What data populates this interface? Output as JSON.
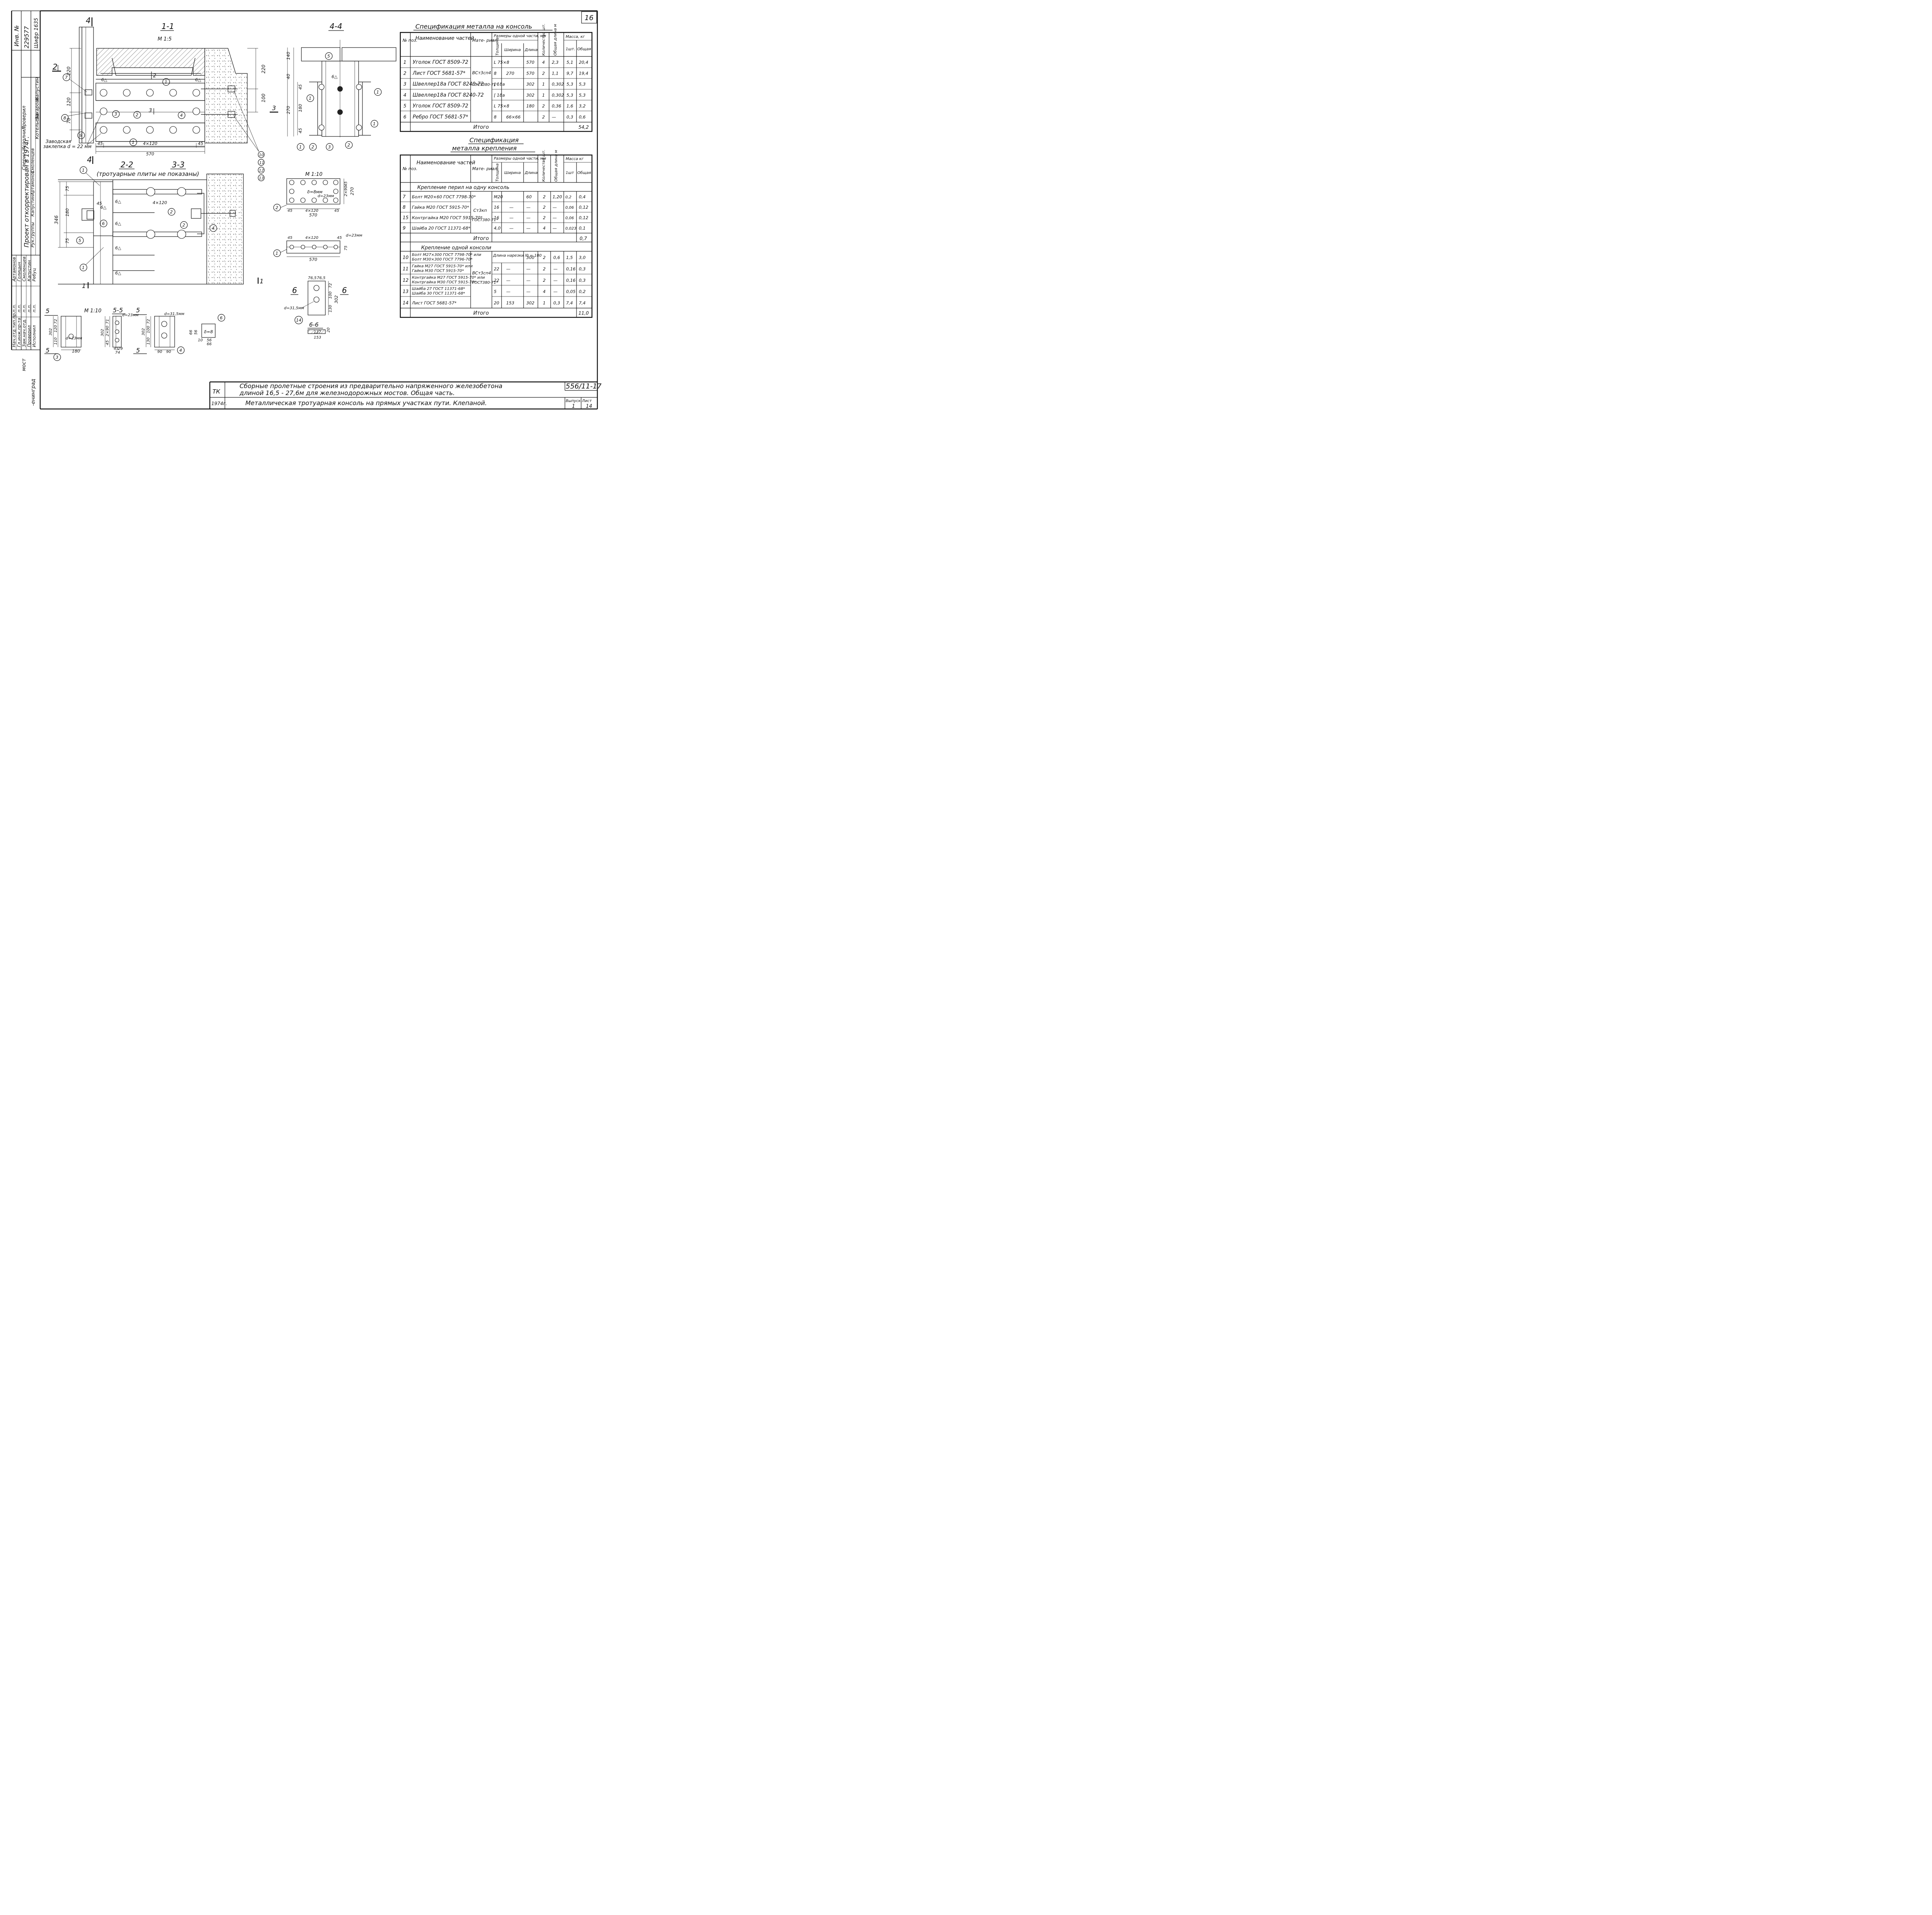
{
  "sheet": {
    "corner_number": "16",
    "code": "556/11-17",
    "issue_label": "Выпуск",
    "sheet_label": "Лист",
    "issue_value": "1",
    "sheet_value": "14"
  },
  "left_strip": {
    "inv": "Инв. №",
    "inv_no": "229577",
    "shifr": "Шифр 1635",
    "project_note": "Проект откорректирован в 1974г.",
    "roles_right": [
      "Нач.отд.тип.пр.",
      "Гл.инж.пр-та",
      "Рук.группы",
      "Проверил",
      "Исполнил"
    ],
    "names_right": [
      "Артамонов",
      "Смоленцев",
      "Капустин",
      "Капустин"
    ],
    "roles_left": [
      "Нач.отд.тип.пр.",
      "Гл.инж.пр-та",
      "Зам.нач.отд.",
      "Проверил",
      "Исполнил"
    ],
    "names_left": [
      "Артамонов",
      "Голицын",
      "Смоленцев",
      "Капустин",
      "Ребуц"
    ],
    "marks": [
      "п.п.",
      "п.п.",
      "п.п.",
      "п.п.",
      "п.п."
    ],
    "top_roles": [
      "Капустин",
      "Захарова",
      "Котельева"
    ],
    "top_role_labels": [
      "Проверил",
      "Исполнил",
      "Сверил"
    ],
    "bottom_org": "мост",
    "bottom_city": "-енинград"
  },
  "views": {
    "v11_title": "1-1",
    "v11_scale": "М 1:5",
    "v44_title": "4-4",
    "v22_title": "2-2",
    "v33_title": "3-3",
    "v22_note": "(тротуарные плиты не показаны)",
    "v55_title": "5-5",
    "m110": "М 1:10",
    "m110b": "М 1:10",
    "v6_title": "6",
    "v66_title": "6-6",
    "factory_rivet_1": "Заводская",
    "factory_rivet_2": "заклепка d = 22 мм",
    "sec_marks": [
      "4",
      "4",
      "2",
      "3",
      "3",
      "1",
      "1",
      "5",
      "5",
      "6",
      "6"
    ]
  },
  "dims": {
    "d220": "220",
    "d120": "120",
    "d70": "70",
    "d45": "45",
    "d4x120": "4×120",
    "d570": "570",
    "d100": "100",
    "d140": "140",
    "d40": "40",
    "d270": "270",
    "d180": "180",
    "d75": "75",
    "d346": "346",
    "d2x90": "2×90",
    "d6": "δ=8мм",
    "d23": "d=23мм",
    "d302": "302",
    "d110": "110",
    "d72": "72",
    "d130": "130",
    "d90": "90",
    "d71": "71",
    "d29": "29",
    "d74": "74",
    "d315": "d=31,5мм",
    "d66": "66",
    "d56": "56",
    "d10": "10",
    "d765": "76,5",
    "d137": "137",
    "d153": "153",
    "d8": "δ=8",
    "d20": "20",
    "weld6": "6△"
  },
  "spec1": {
    "title": "Спецификация металла на консоль",
    "h_no": "№ поз.",
    "h_name": "Наименование частей",
    "h_mat": "Мате- риал",
    "h_sizes": "Размеры одной части, мм",
    "h_thick": "Толщина",
    "h_width": "Ширина",
    "h_len": "Длина",
    "h_qty": "Количество шт.",
    "h_total_len": "Общая длина м",
    "h_mass": "Масса, кг",
    "h_one": "1шт.",
    "h_total": "Общая",
    "mat1": "ВСт3сп4",
    "mat2": "ГОСТ380-71*",
    "rows": [
      {
        "no": "1",
        "name": "Уголок ГОСТ 8509-72",
        "thick": "L 75×8",
        "width": "",
        "len": "570",
        "qty": "4",
        "tlen": "2,3",
        "one": "5,1",
        "total": "20,4"
      },
      {
        "no": "2",
        "name": "Лист ГОСТ 5681-57*",
        "thick": "8",
        "width": "270",
        "len": "570",
        "qty": "2",
        "tlen": "1,1",
        "one": "9,7",
        "total": "19,4"
      },
      {
        "no": "3",
        "name": "Швеллер18а ГОСТ 8240-72",
        "thick": "[ 18а",
        "width": "",
        "len": "302",
        "qty": "1",
        "tlen": "0,302",
        "one": "5,3",
        "total": "5,3"
      },
      {
        "no": "4",
        "name": "Швеллер18а ГОСТ 8240-72",
        "thick": "[ 18а",
        "width": "",
        "len": "302",
        "qty": "1",
        "tlen": "0,302",
        "one": "5,3",
        "total": "5,3"
      },
      {
        "no": "5",
        "name": "Уголок ГОСТ 8509-72",
        "thick": "L 75×8",
        "width": "",
        "len": "180",
        "qty": "2",
        "tlen": "0,36",
        "one": "1,6",
        "total": "3,2"
      },
      {
        "no": "6",
        "name": "Ребро ГОСТ 5681-57*",
        "thick": "8",
        "width": "66×66",
        "len": "",
        "qty": "2",
        "tlen": "—",
        "one": "0,3",
        "total": "0,6"
      }
    ],
    "total_label": "Итого",
    "total_value": "54,2"
  },
  "spec2": {
    "title1": "Спецификация",
    "title2": "металла крепления",
    "h_no": "№ поз.",
    "h_name": "Наименование частей",
    "h_mat": "Мате- риал",
    "h_sizes": "Размеры одной части, мм",
    "h_thick": "Толщина",
    "h_width": "Ширина",
    "h_len": "Длина",
    "h_qty": "Количество шт.",
    "h_total_len": "Общая длина м",
    "h_mass": "Масса кг",
    "h_one": "1шт",
    "h_total": "Общая",
    "section1": "Крепление перил на одну консоль",
    "mat1": "Ст3кп",
    "mat2": "ГОСТ380-71*",
    "rows1": [
      {
        "no": "7",
        "name": "Болт М20×60 ГОСТ 7798-70*",
        "thick": "М20",
        "width": "",
        "len": "60",
        "qty": "2",
        "tlen": "1,20",
        "one": "0,2",
        "total": "0,4"
      },
      {
        "no": "8",
        "name": "Гайка М20 ГОСТ 5915-70*",
        "thick": "16",
        "width": "—",
        "len": "—",
        "qty": "2",
        "tlen": "—",
        "one": "0,06",
        "total": "0,12"
      },
      {
        "no": "15",
        "name": "Контргайка М20 ГОСТ 5915-70*",
        "thick": "16",
        "width": "—",
        "len": "—",
        "qty": "2",
        "tlen": "—",
        "one": "0,06",
        "total": "0,12"
      },
      {
        "no": "9",
        "name": "Шайба 20 ГОСТ 11371-68*",
        "thick": "4,0",
        "width": "—",
        "len": "—",
        "qty": "4",
        "tlen": "—",
        "one": "0,023",
        "total": "0,1"
      }
    ],
    "subtotal_label": "Итого",
    "subtotal_value": "0,7",
    "section2": "Крепление одной консоли",
    "mat3": "ВСт3сп4",
    "mat4": "ГОСТ380-71*",
    "rows2": [
      {
        "no": "10",
        "name": "Болт М27×300 ГОСТ 7798-70* или",
        "name2": "Болт М30×300 ГОСТ 7796-70*",
        "thick": "Длина нарезки l0 = 180",
        "width": "",
        "len": "300",
        "qty": "2",
        "tlen": "0,6",
        "one": "1,5",
        "total": "3,0"
      },
      {
        "no": "11",
        "name": "Гайка М27 ГОСТ 5915-70* или",
        "name2": "Гайка М30 ГОСТ 5915-70*",
        "thick": "22",
        "width": "—",
        "len": "—",
        "qty": "2",
        "tlen": "—",
        "one": "0,16",
        "total": "0,3"
      },
      {
        "no": "12",
        "name": "Контргайка М27 ГОСТ 5915-70* или",
        "name2": "Контргайка М30 ГОСТ 5915-70*",
        "thick": "22",
        "width": "—",
        "len": "—",
        "qty": "2",
        "tlen": "—",
        "one": "0,16",
        "total": "0,3"
      },
      {
        "no": "13",
        "name": "Шайба 27 ГОСТ 11371-68*",
        "name2": "Шайба 30 ГОСТ 11371-68*",
        "thick": "5",
        "width": "—",
        "len": "—",
        "qty": "4",
        "tlen": "—",
        "one": "0,05",
        "total": "0,2"
      },
      {
        "no": "14",
        "name": "Лист ГОСТ 5681-57*",
        "name2": "",
        "thick": "20",
        "width": "153",
        "len": "302",
        "qty": "1",
        "tlen": "0,3",
        "one": "7,4",
        "total": "7,4"
      }
    ],
    "total_label": "Итого",
    "total_value": "11,0"
  },
  "title_block": {
    "org": "ТК",
    "year": "1974г.",
    "line1": "Сборные пролетные строения из предварительно напряженного железобетона",
    "line2": "длиной 16,5 - 27,6м для железнодорожных мостов. Общая часть.",
    "line3": "Металлическая тротуарная консоль на прямых участках пути. Клепаной."
  }
}
